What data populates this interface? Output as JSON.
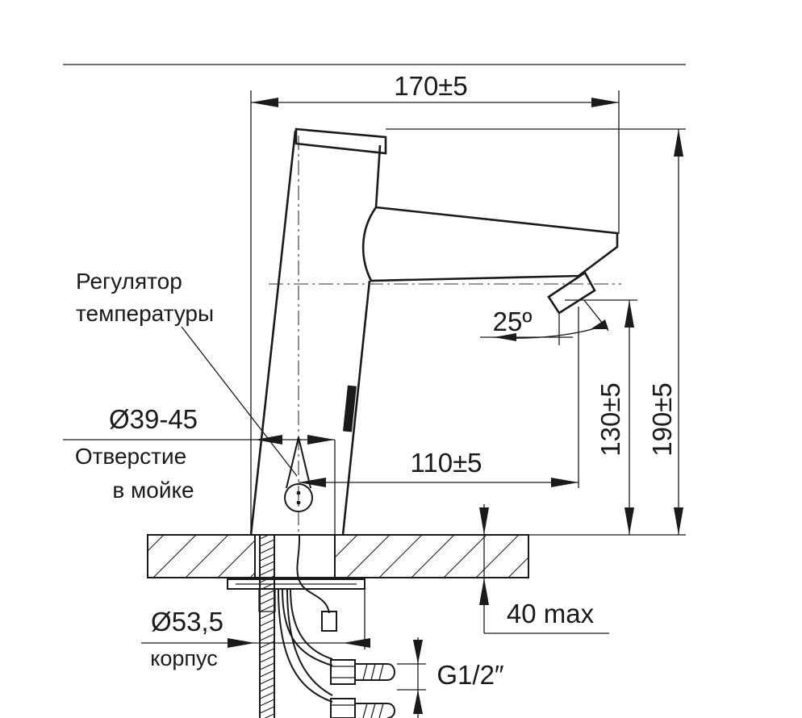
{
  "dimensions": {
    "width_total": "170±5",
    "height_total": "190±5",
    "spout_height": "130±5",
    "spout_reach": "110±5",
    "angle": "25º",
    "hole_diameter": "Ø39-45",
    "body_diameter": "Ø53,5",
    "counter_thickness": "40 max",
    "thread": "G1/2″"
  },
  "labels": {
    "regulator_line1": "Регулятор",
    "regulator_line2": "температуры",
    "hole_line1": "Отверстие",
    "hole_line2": "в мойке",
    "body_label": "корпус"
  },
  "colors": {
    "line": "#1a1a1a",
    "background": "#ffffff"
  }
}
